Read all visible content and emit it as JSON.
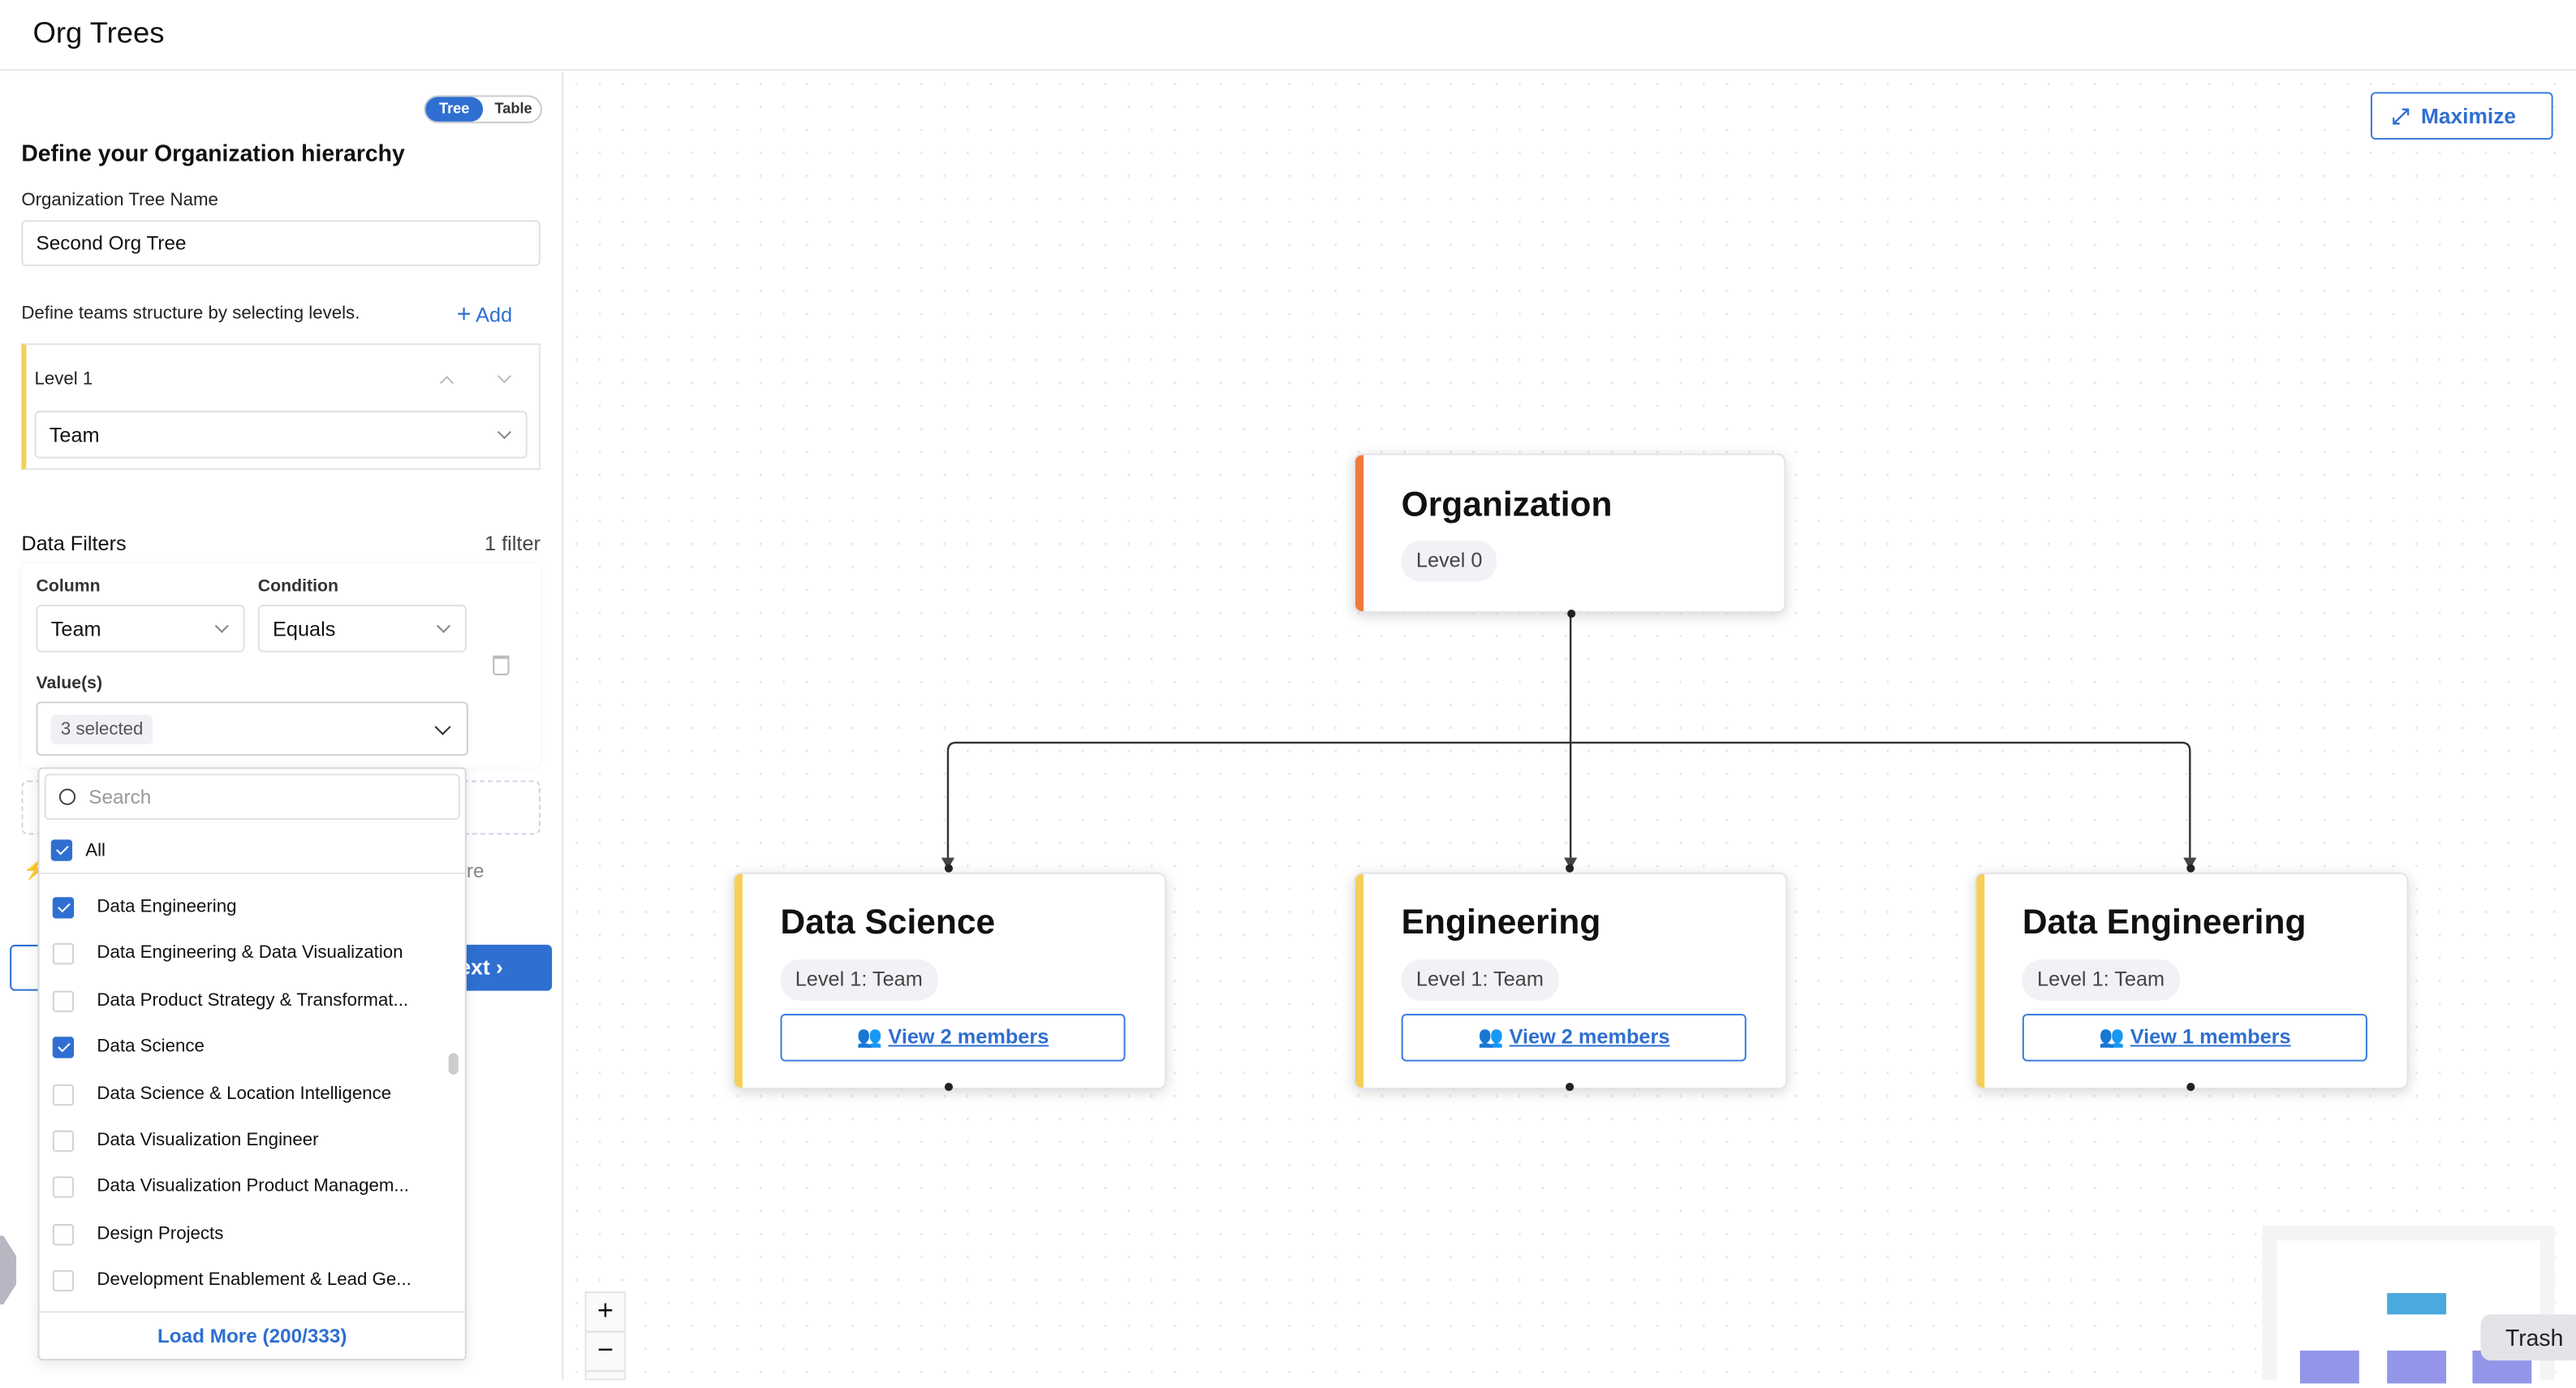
{
  "header": {
    "title": "Org Trees"
  },
  "view_toggle": {
    "options": [
      "Tree",
      "Table"
    ],
    "selected": "Tree"
  },
  "form": {
    "heading": "Define your Organization hierarchy",
    "tree_name_label": "Organization Tree Name",
    "tree_name_value": "Second Org Tree",
    "levels_hint": "Define teams structure by selecting levels.",
    "add_label": "Add",
    "levels": [
      {
        "label": "Level 1",
        "value": "Team"
      }
    ],
    "filters_title": "Data Filters",
    "filters_count": "1 filter",
    "filter": {
      "column_label": "Column",
      "column_value": "Team",
      "condition_label": "Condition",
      "condition_value": "Equals",
      "values_label": "Value(s)",
      "values_summary": "3 selected"
    },
    "partial_text": "re",
    "next_label": "Next"
  },
  "dropdown": {
    "search_placeholder": "Search",
    "all_label": "All",
    "items": [
      {
        "label": "Data Engineering",
        "checked": true
      },
      {
        "label": "Data Engineering & Data Visualization",
        "checked": false
      },
      {
        "label": "Data Product Strategy & Transformat...",
        "checked": false
      },
      {
        "label": "Data Science",
        "checked": true
      },
      {
        "label": "Data Science & Location Intelligence",
        "checked": false
      },
      {
        "label": "Data Visualization Engineer",
        "checked": false
      },
      {
        "label": "Data Visualization Product Managem...",
        "checked": false
      },
      {
        "label": "Design Projects",
        "checked": false
      },
      {
        "label": "Development Enablement & Lead Ge...",
        "checked": false
      }
    ],
    "load_more": "Load More (200/333)"
  },
  "canvas": {
    "maximize_label": "Maximize",
    "root": {
      "title": "Organization",
      "level": "Level 0",
      "color": "#f07a3a"
    },
    "children": [
      {
        "title": "Data Science",
        "level": "Level 1: Team",
        "members": "View 2 members",
        "color": "#f5cf5a"
      },
      {
        "title": "Engineering",
        "level": "Level 1: Team",
        "members": "View 2 members",
        "color": "#f5cf5a"
      },
      {
        "title": "Data Engineering",
        "level": "Level 1: Team",
        "members": "View 1 members",
        "color": "#f5cf5a"
      }
    ],
    "zoom_in": "+",
    "zoom_out": "−",
    "tooltip": "Trash"
  },
  "colors": {
    "accent": "#2f6fd1",
    "level_bar": "#f5cf5a",
    "root_bar": "#f07a3a"
  }
}
